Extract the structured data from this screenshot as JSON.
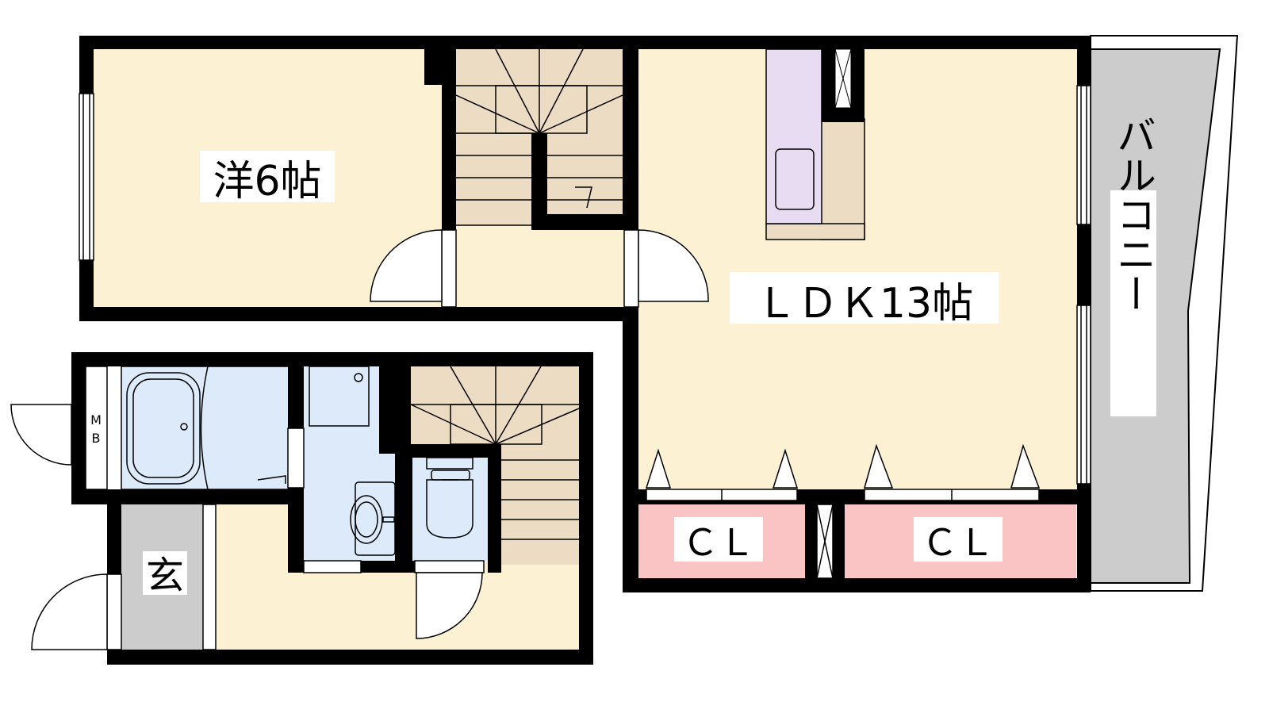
{
  "rooms": {
    "western": "洋6帖",
    "ldk": "ＬＤＫ13帖",
    "balcony": "バルコニー",
    "entrance": "玄",
    "closet_left": "ＣＬ",
    "closet_right": "ＣＬ",
    "mb_m": "M",
    "mb_b": "B"
  },
  "colors": {
    "room_floor": "#fdf1d3",
    "stairs": "#eddcc4",
    "bath": "#dceaf9",
    "kitchen": "#e8dcf2",
    "closet": "#fbc4c4",
    "balcony": "#cccccc",
    "entrance_floor": "#cccccc",
    "wall": "#000000"
  }
}
